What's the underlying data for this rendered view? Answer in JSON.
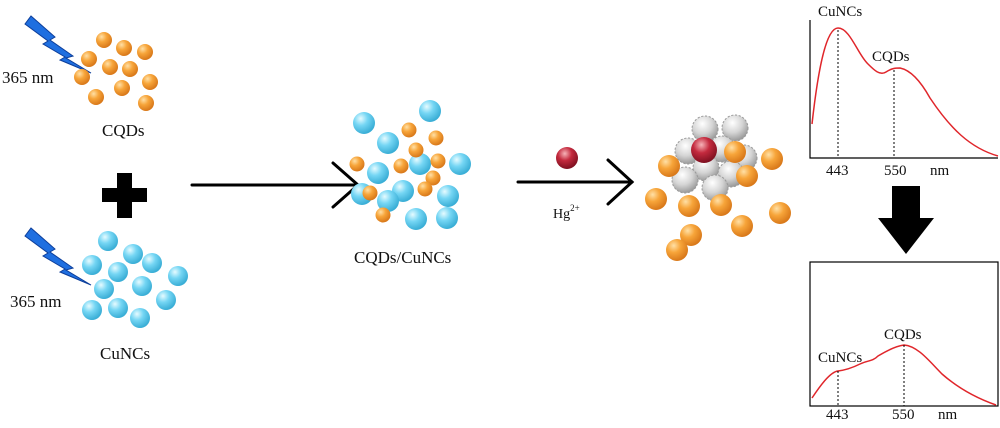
{
  "labels": {
    "uv_top": "365 nm",
    "uv_bottom": "365 nm",
    "cqds": "CQDs",
    "cuncs": "CuNCs",
    "mixture": "CQDs/CuNCs",
    "hg_base": "Hg",
    "hg_charge": "2+"
  },
  "spectrum_top": {
    "peak_labels": [
      "CuNCs",
      "CQDs"
    ],
    "ticks": [
      "443",
      "550"
    ],
    "unit": "nm"
  },
  "spectrum_bottom": {
    "peak_labels": [
      "CuNCs",
      "CQDs"
    ],
    "ticks": [
      "443",
      "550"
    ],
    "unit": "nm"
  },
  "colors": {
    "cqd_orange": "#f5a033",
    "cunc_cyan": "#6fd3f2",
    "hg_red": "#c0223a",
    "spectrum_line": "#e0262b",
    "lightning": "#1f6fe0"
  },
  "icons": [
    "lightning-icon",
    "plus-icon",
    "arrow-right-icon",
    "arrow-down-icon"
  ]
}
